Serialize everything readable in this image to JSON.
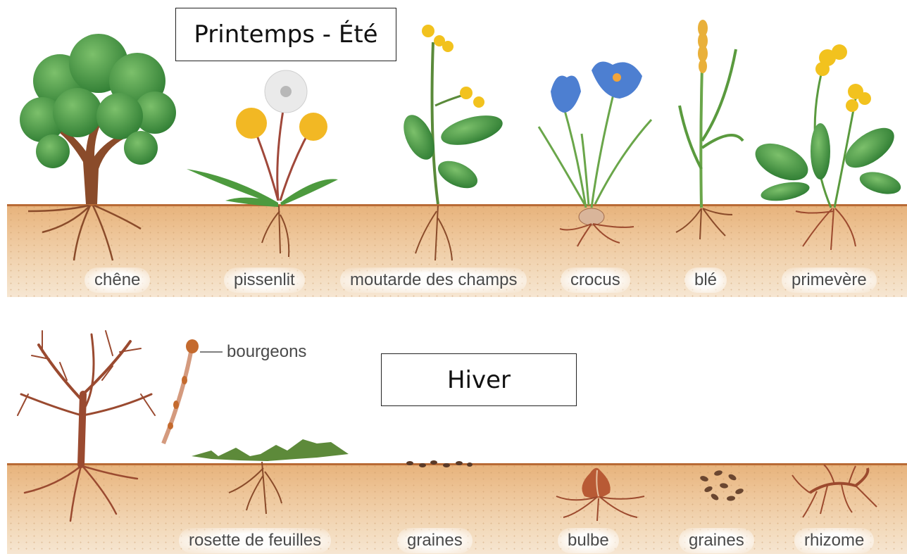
{
  "top_section": {
    "title": "Printemps - Été",
    "labels": [
      "chêne",
      "pissenlit",
      "moutarde des champs",
      "crocus",
      "blé",
      "primevère"
    ]
  },
  "bottom_section": {
    "title": "Hiver",
    "annotation": "bourgeons",
    "labels": [
      "rosette de feuilles",
      "graines",
      "bulbe",
      "graines",
      "rhizome"
    ]
  },
  "colors": {
    "soil": "#e7b27a",
    "soil_line": "#b86a35",
    "root": "#9c4a2e",
    "leaf": "#3f8f3a",
    "flower_yellow": "#f2b824",
    "flower_blue": "#4d7fd1"
  },
  "icons": [
    "oak-tree-icon",
    "dandelion-icon",
    "mustard-icon",
    "crocus-icon",
    "wheat-icon",
    "primrose-icon",
    "bare-tree-icon",
    "bud-twig-icon",
    "leaf-rosette-icon",
    "seeds-icon",
    "bulb-icon",
    "rhizome-icon"
  ]
}
